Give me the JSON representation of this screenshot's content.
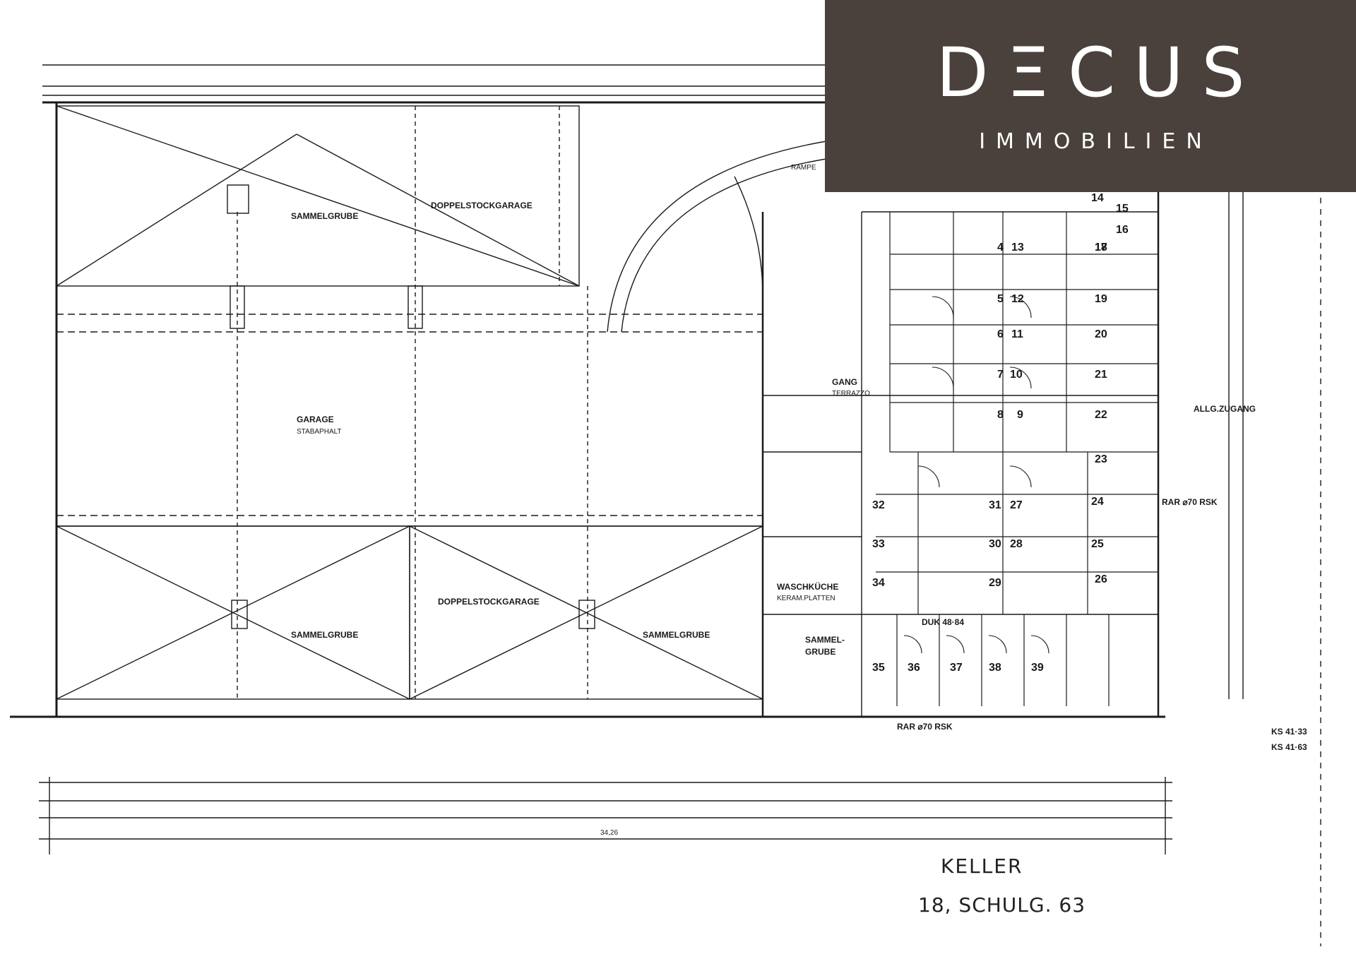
{
  "brand": {
    "name": "DΞCUS",
    "subtitle": "IMMOBILIEN",
    "background": "#4a413c"
  },
  "caption": {
    "title": "KELLER",
    "address": "18, SCHULG. 63"
  },
  "plan_labels": {
    "garage_top": "DOPPELSTOCKGARAGE",
    "garage_bottom": "DOPPELSTOCKGARAGE",
    "garage_main": "GARAGE",
    "garage_main_sub": "STABAPHALT",
    "sammelgrube_1": "SAMMELGRUBE",
    "sammelgrube_2": "SAMMELGRUBE",
    "sammelgrube_3": "SAMMELGRUBE",
    "gang": "GANG",
    "gang_sub": "TERRAZZO",
    "waschkueche": "WASCHKÜCHE",
    "waschkueche_sub": "KERAM.PLATTEN",
    "sammelgrube_small": "SAMMEL-",
    "sammelgrube_small_2": "GRUBE",
    "rampe": "RAMPE",
    "allg_zugang": "ALLG.ZUGANG",
    "rar_right": "RAR ⌀70 RSK",
    "rar_bottom": "RAR ⌀70 RSK",
    "duk": "DUK 48·84",
    "ks_1": "KS 41·33",
    "ks_2": "KS 41·63",
    "dim_total": "34,26",
    "room_numbers": [
      "4",
      "5",
      "6",
      "7",
      "8",
      "9",
      "10",
      "11",
      "12",
      "13",
      "14",
      "15",
      "16",
      "17",
      "18",
      "19",
      "20",
      "21",
      "22",
      "23",
      "24",
      "25",
      "26",
      "27",
      "28",
      "29",
      "30",
      "31",
      "32",
      "33",
      "34",
      "35",
      "36",
      "37",
      "38",
      "39"
    ]
  }
}
